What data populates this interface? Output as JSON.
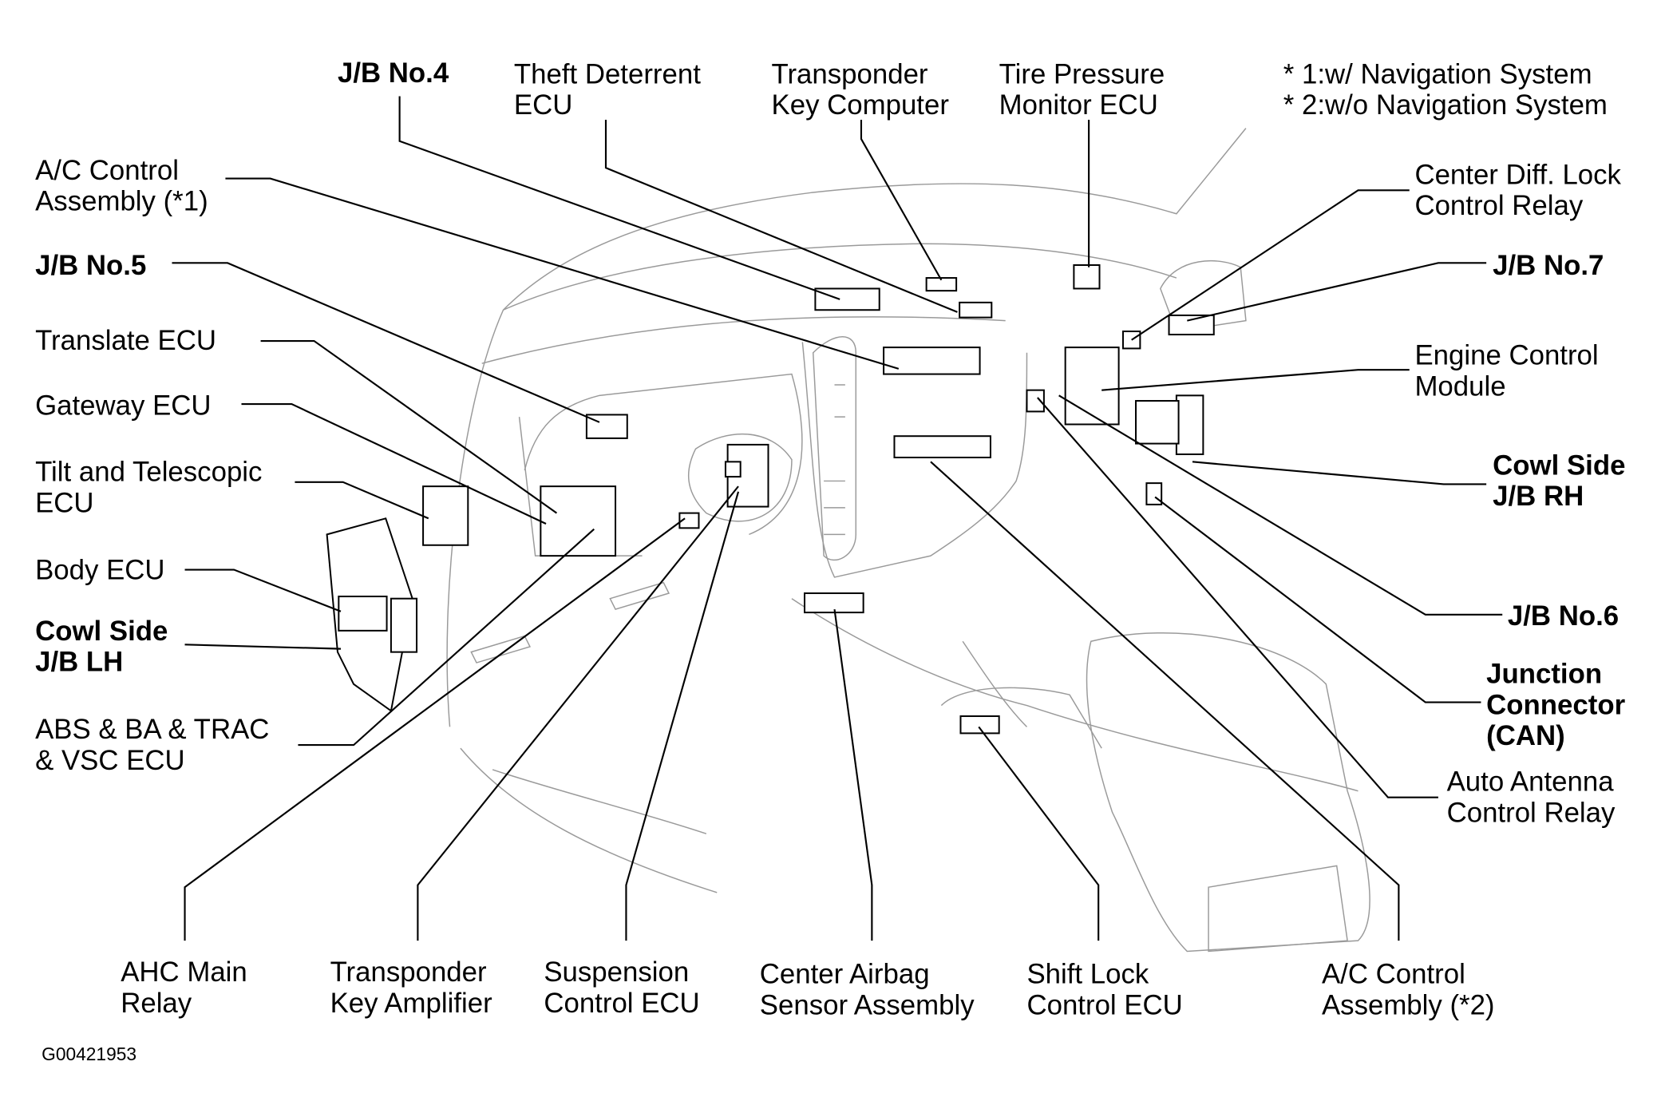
{
  "figure_id": "G00421953",
  "labels": [
    {
      "id": "jb-no4",
      "bold": true,
      "lines": [
        "J/B No.4"
      ]
    },
    {
      "id": "theft-deterrent-ecu",
      "bold": false,
      "lines": [
        "Theft Deterrent",
        "ECU"
      ]
    },
    {
      "id": "transponder-key-computer",
      "bold": false,
      "lines": [
        "Transponder",
        "Key Computer"
      ]
    },
    {
      "id": "tire-pressure-monitor-ecu",
      "bold": false,
      "lines": [
        "Tire Pressure",
        "Monitor ECU"
      ]
    },
    {
      "id": "notes",
      "bold": false,
      "lines": [
        "* 1:w/ Navigation System",
        "* 2:w/o Navigation System"
      ]
    },
    {
      "id": "ac-control-assembly-1",
      "bold": false,
      "lines": [
        "A/C Control",
        "Assembly (*1)"
      ]
    },
    {
      "id": "jb-no5",
      "bold": true,
      "lines": [
        "J/B No.5"
      ]
    },
    {
      "id": "translate-ecu",
      "bold": false,
      "lines": [
        "Translate ECU"
      ]
    },
    {
      "id": "gateway-ecu",
      "bold": false,
      "lines": [
        "Gateway ECU"
      ]
    },
    {
      "id": "tilt-telescopic-ecu",
      "bold": false,
      "lines": [
        "Tilt and Telescopic",
        "ECU"
      ]
    },
    {
      "id": "body-ecu",
      "bold": false,
      "lines": [
        "Body ECU"
      ]
    },
    {
      "id": "cowl-side-jb-lh",
      "bold": true,
      "lines": [
        "Cowl Side",
        "J/B LH"
      ]
    },
    {
      "id": "abs-ba-trac-vsc-ecu",
      "bold": false,
      "lines": [
        "ABS & BA & TRAC",
        "& VSC ECU"
      ]
    },
    {
      "id": "ahc-main-relay",
      "bold": false,
      "lines": [
        "AHC Main",
        "Relay"
      ]
    },
    {
      "id": "transponder-key-amplifier",
      "bold": false,
      "lines": [
        "Transponder",
        "Key Amplifier"
      ]
    },
    {
      "id": "suspension-control-ecu",
      "bold": false,
      "lines": [
        "Suspension",
        "Control ECU"
      ]
    },
    {
      "id": "center-airbag-sensor-assembly",
      "bold": false,
      "lines": [
        "Center Airbag",
        "Sensor Assembly"
      ]
    },
    {
      "id": "shift-lock-control-ecu",
      "bold": false,
      "lines": [
        "Shift Lock",
        "Control ECU"
      ]
    },
    {
      "id": "ac-control-assembly-2",
      "bold": false,
      "lines": [
        "A/C Control",
        "Assembly (*2)"
      ]
    },
    {
      "id": "center-diff-lock-control-relay",
      "bold": false,
      "lines": [
        "Center Diff. Lock",
        "Control Relay"
      ]
    },
    {
      "id": "jb-no7",
      "bold": true,
      "lines": [
        "J/B No.7"
      ]
    },
    {
      "id": "engine-control-module",
      "bold": false,
      "lines": [
        "Engine Control",
        "Module"
      ]
    },
    {
      "id": "cowl-side-jb-rh",
      "bold": true,
      "lines": [
        "Cowl Side",
        "J/B RH"
      ]
    },
    {
      "id": "jb-no6",
      "bold": true,
      "lines": [
        "J/B No.6"
      ]
    },
    {
      "id": "junction-connector-can",
      "bold": true,
      "lines": [
        "Junction",
        "Connector",
        "(CAN)"
      ]
    },
    {
      "id": "auto-antenna-control-relay",
      "bold": false,
      "lines": [
        "Auto Antenna",
        "Control Relay"
      ]
    }
  ]
}
